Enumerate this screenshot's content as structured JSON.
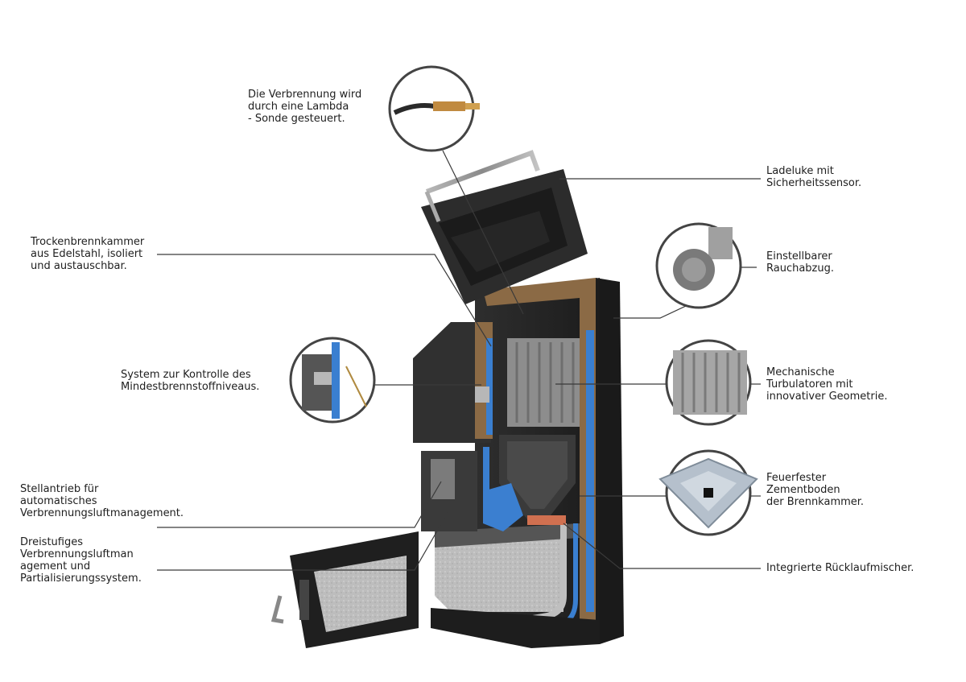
{
  "labels": {
    "lambda_probe": "Die Verbrennung wird\ndurch eine Lambda\n- Sonde gesteuert.",
    "loading_door": "Ladeluke mit\nSicherheitssensor.",
    "dry_combustion_chamber": "Trockenbrennkammer\naus Edelstahl, isoliert\nund austauschbar.",
    "adjustable_flue": "Einstellbarer\nRauchabzug.",
    "min_fuel_level": "System zur Kontrolle des\nMindestbrennstoffniveaus.",
    "turbulators": "Mechanische\nTurbulatoren mit\ninnovativer Geometrie.",
    "refractory_floor": "Feuerfester\nZementboden\nder Brennkammer.",
    "actuator": "Stellantrieb für\nautomatisches\nVerbrennungsluftmanagement.",
    "three_stage_air": "Dreistufiges\nVerbrennungsluftman\nagement und\nPartialisierungssystem.",
    "return_mixer": "Integrierte Rücklaufmischer."
  },
  "colors": {
    "leader_line": "#3a3a3a",
    "stove_body": "#2b2b2b",
    "insulation": "#7a5a3a",
    "water_jacket": "#3a7fd0",
    "steel": "#9a9a9a",
    "circle_border": "#444444"
  }
}
